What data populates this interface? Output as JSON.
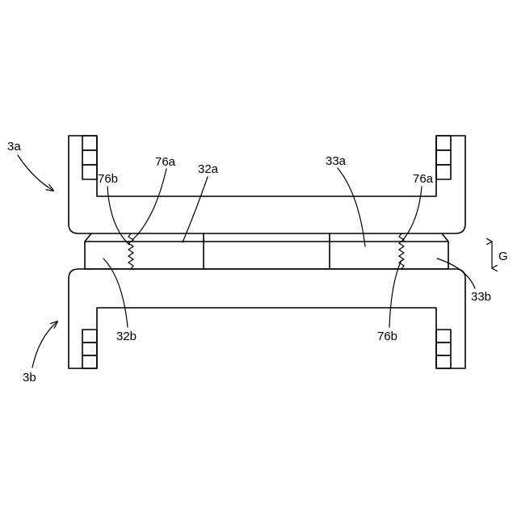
{
  "figure": {
    "labels": {
      "assembly_a": "3a",
      "assembly_b": "3b",
      "left_76b_top": "76b",
      "left_76a_top": "76a",
      "part_32a": "32a",
      "part_33a": "33a",
      "right_76a_top": "76a",
      "gap": "G",
      "part_33b": "33b",
      "part_32b": "32b",
      "right_76b_bottom": "76b"
    }
  }
}
